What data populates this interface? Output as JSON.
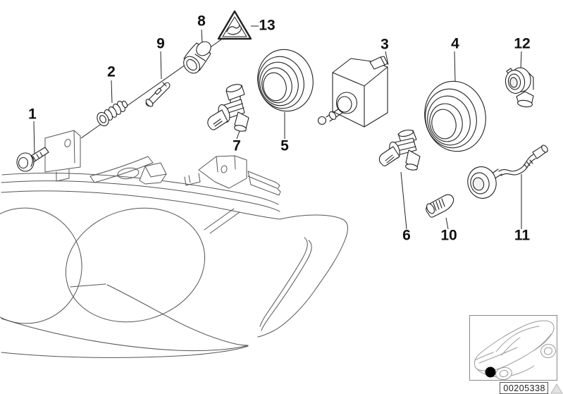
{
  "diagram": {
    "image_number": "00205338",
    "callouts": [
      {
        "label": "1"
      },
      {
        "label": "2"
      },
      {
        "label": "3"
      },
      {
        "label": "4"
      },
      {
        "label": "5"
      },
      {
        "label": "6"
      },
      {
        "label": "7"
      },
      {
        "label": "8"
      },
      {
        "label": "9"
      },
      {
        "label": "10"
      },
      {
        "label": "11"
      },
      {
        "label": "12"
      },
      {
        "label": "13"
      }
    ],
    "warning_icon": "crush-hazard-warning-triangle-icon",
    "colors": {
      "part_line": "#222222",
      "housing_line": "#555555",
      "car_line": "#9a9a9a",
      "background": "#ffffff",
      "highlight_dot": "#000000"
    }
  }
}
